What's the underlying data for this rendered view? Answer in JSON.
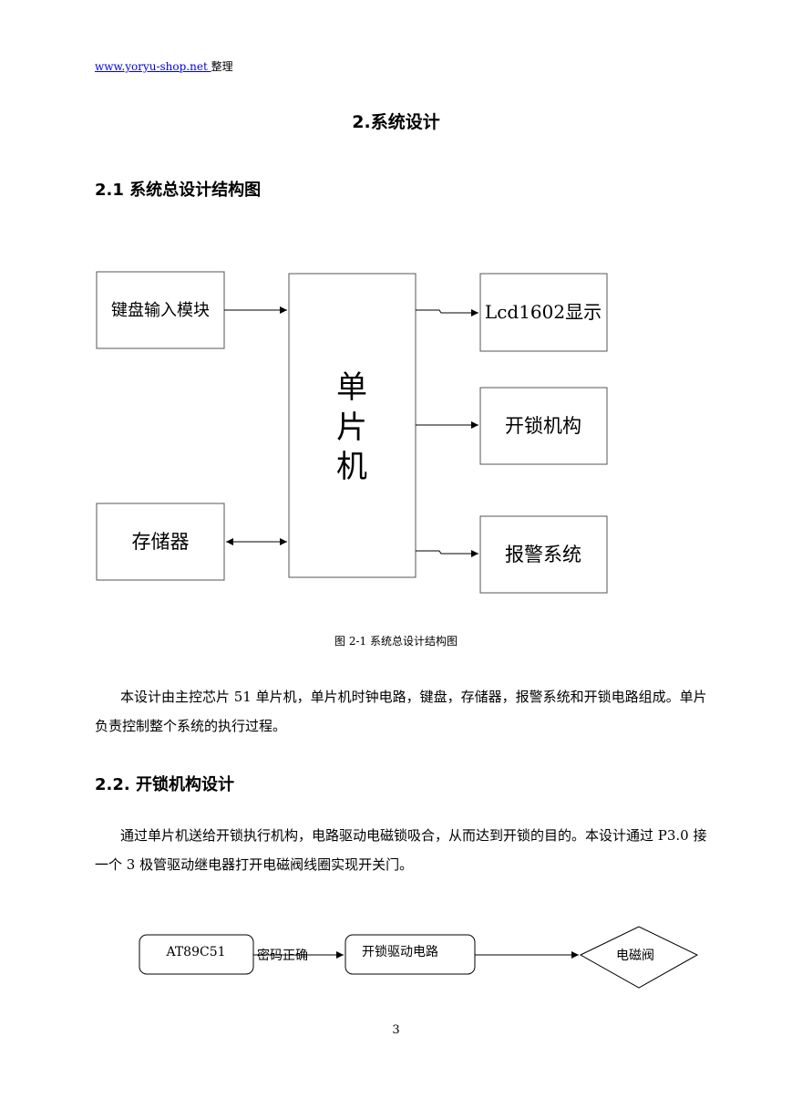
{
  "header": {
    "link": "www.yoryu-shop.net ",
    "suffix": "整理"
  },
  "title": "2.系统设计",
  "section1": {
    "heading": "2.1 系统总设计结构图"
  },
  "diagram1": {
    "mcu": [
      "单",
      "片",
      "机"
    ],
    "keyboard": "键盘输入模块",
    "storage": "存储器",
    "lcd": "Lcd1602显示",
    "unlock": "开锁机构",
    "alarm": "报警系统",
    "caption": "图 2-1 系统总设计结构图"
  },
  "para1": "本设计由主控芯片 51 单片机，单片机时钟电路，键盘，存储器，报警系统和开锁电路组成。单片负责控制整个系统的执行过程。",
  "section2": {
    "heading": "2.2. 开锁机构设计"
  },
  "para2": "通过单片机送给开锁执行机构，电路驱动电磁锁吸合，从而达到开锁的目的。本设计通过 P3.0 接一个 3 极管驱动继电器打开电磁阀线圈实现开关门。",
  "diagram2": {
    "chip": "AT89C51",
    "condition": "密码正确",
    "driver": "开锁驱动电路",
    "valve": "电磁阀"
  },
  "page_number": "3"
}
